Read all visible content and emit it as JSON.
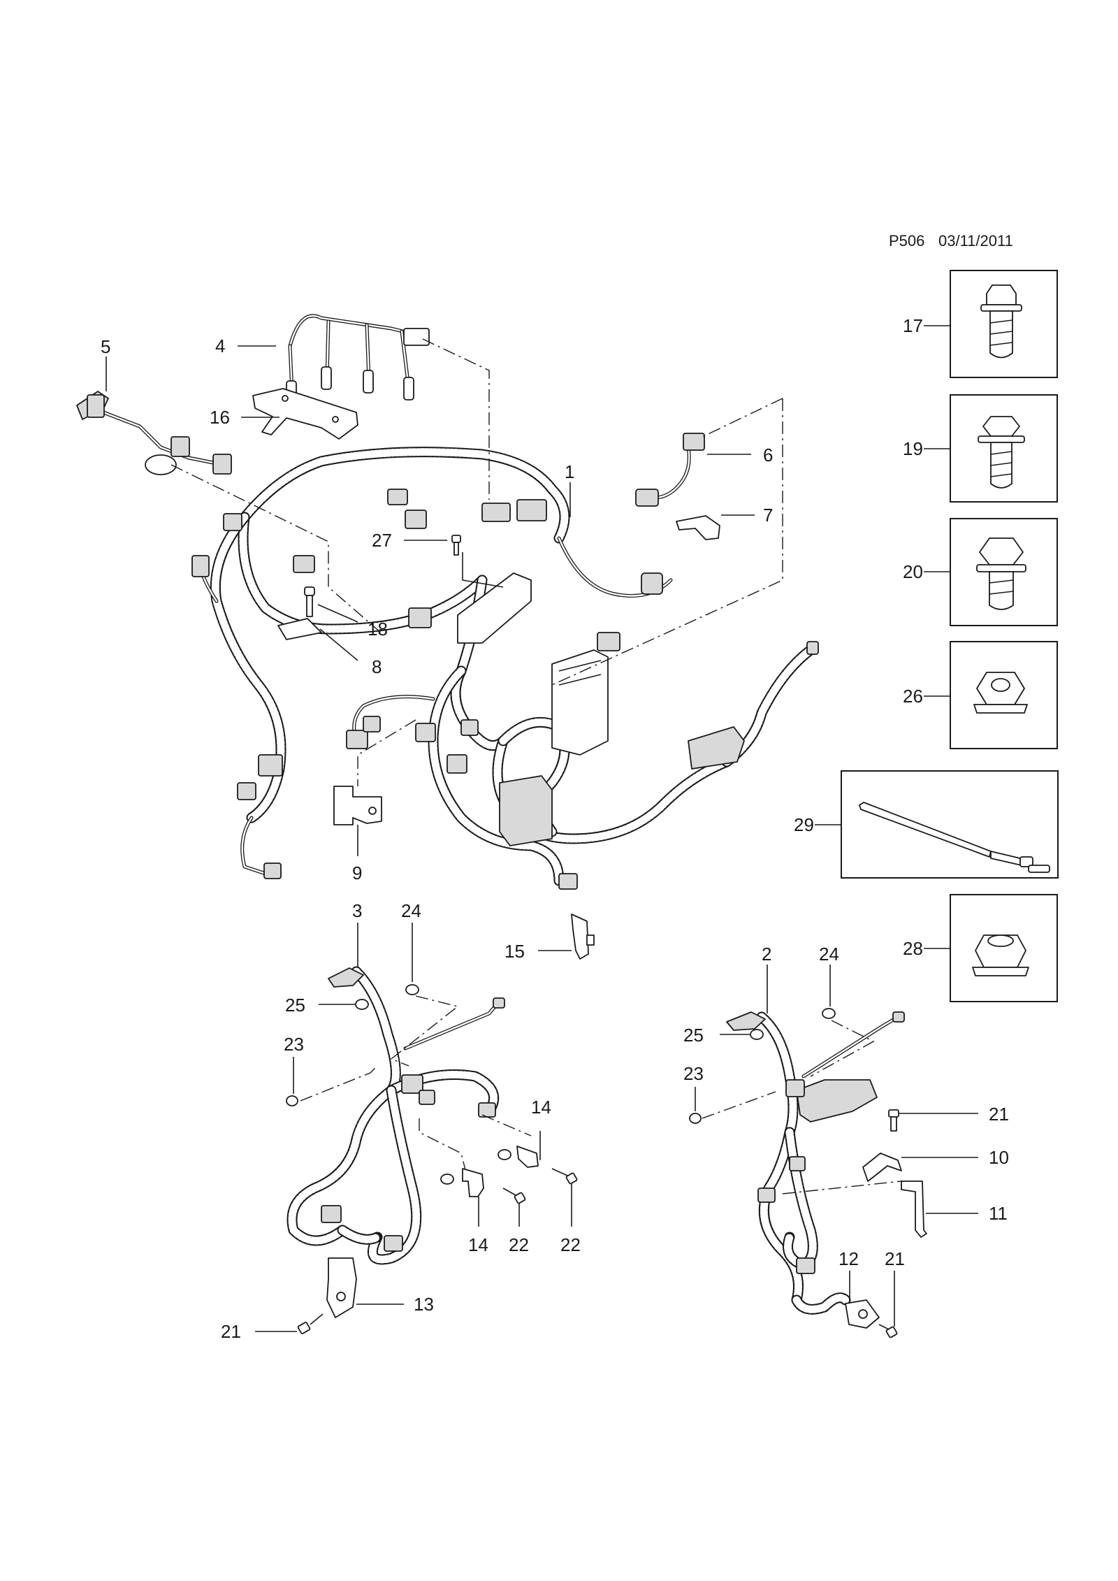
{
  "header": {
    "page_code": "P506",
    "date": "03/11/2011"
  },
  "callouts": {
    "c1": "1",
    "c2": "2",
    "c3": "3",
    "c4": "4",
    "c5": "5",
    "c6": "6",
    "c7": "7",
    "c8": "8",
    "c9": "9",
    "c10": "10",
    "c11": "11",
    "c12": "12",
    "c13": "13",
    "c14a": "14",
    "c14b": "14",
    "c15": "15",
    "c16": "16",
    "c18": "18",
    "c21a": "21",
    "c21b": "21",
    "c21c": "21",
    "c22a": "22",
    "c22b": "22",
    "c23a": "23",
    "c23b": "23",
    "c24a": "24",
    "c24b": "24",
    "c25a": "25",
    "c25b": "25",
    "c27": "27"
  },
  "fastener_panel": [
    {
      "label": "17",
      "part": "flange bolt (torx head)"
    },
    {
      "label": "19",
      "part": "hex flange bolt"
    },
    {
      "label": "20",
      "part": "hex flange bolt"
    },
    {
      "label": "26",
      "part": "hex flange nut"
    },
    {
      "label": "29",
      "part": "cable tie"
    },
    {
      "label": "28",
      "part": "flange nut"
    }
  ]
}
